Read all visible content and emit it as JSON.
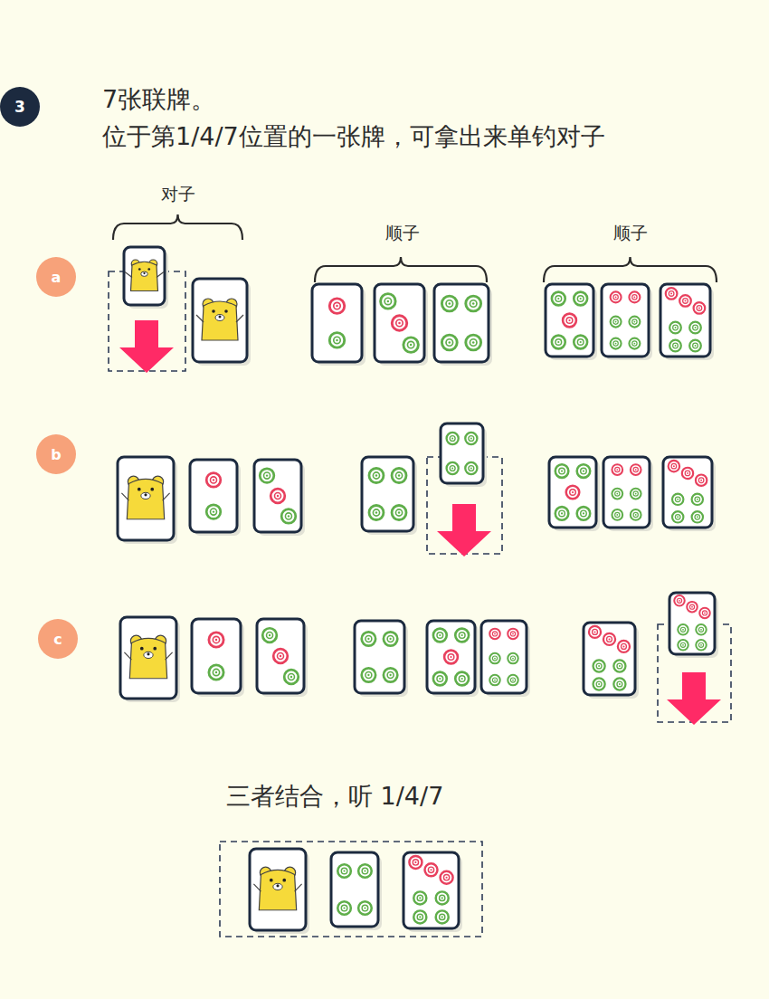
{
  "diagram": {
    "title": "7张联牌。",
    "nodes": [
      {
        "text": [
          "3"
        ]
      },
      {
        "text": [
          "a"
        ]
      },
      {
        "text": [
          "b"
        ]
      },
      {
        "text": [
          "c"
        ]
      }
    ],
    "labels": [
      "位于第1/4/7位置的一张牌，可拿出来单钓对子",
      "对子",
      "顺子",
      "顺子",
      "三者结合，听 1/4/7"
    ]
  }
}
